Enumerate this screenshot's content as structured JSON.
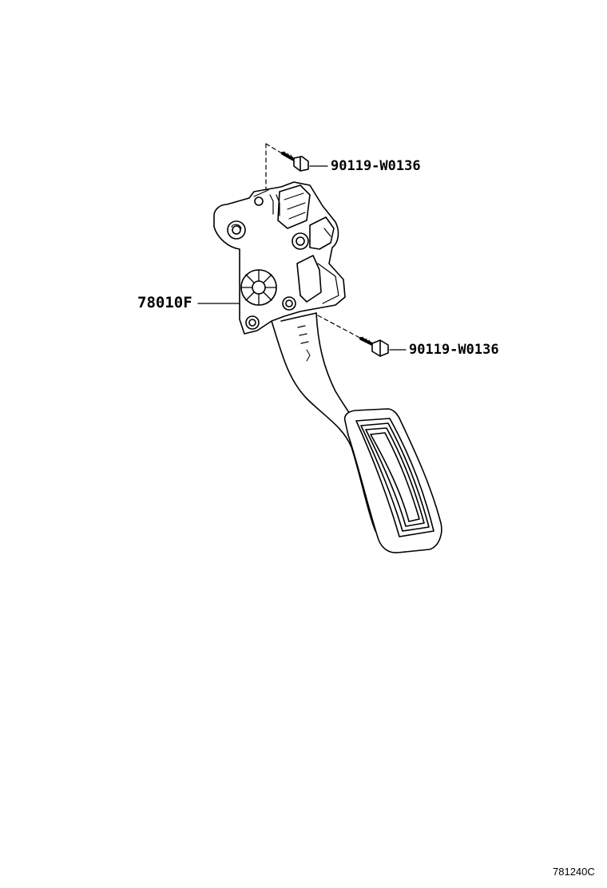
{
  "labels": {
    "bolt_upper": "90119-W0136",
    "pedal_assembly": "78010F",
    "bolt_lower": "90119-W0136"
  },
  "diagram_code": "781240C",
  "colors": {
    "line": "#000000",
    "background": "#ffffff"
  }
}
